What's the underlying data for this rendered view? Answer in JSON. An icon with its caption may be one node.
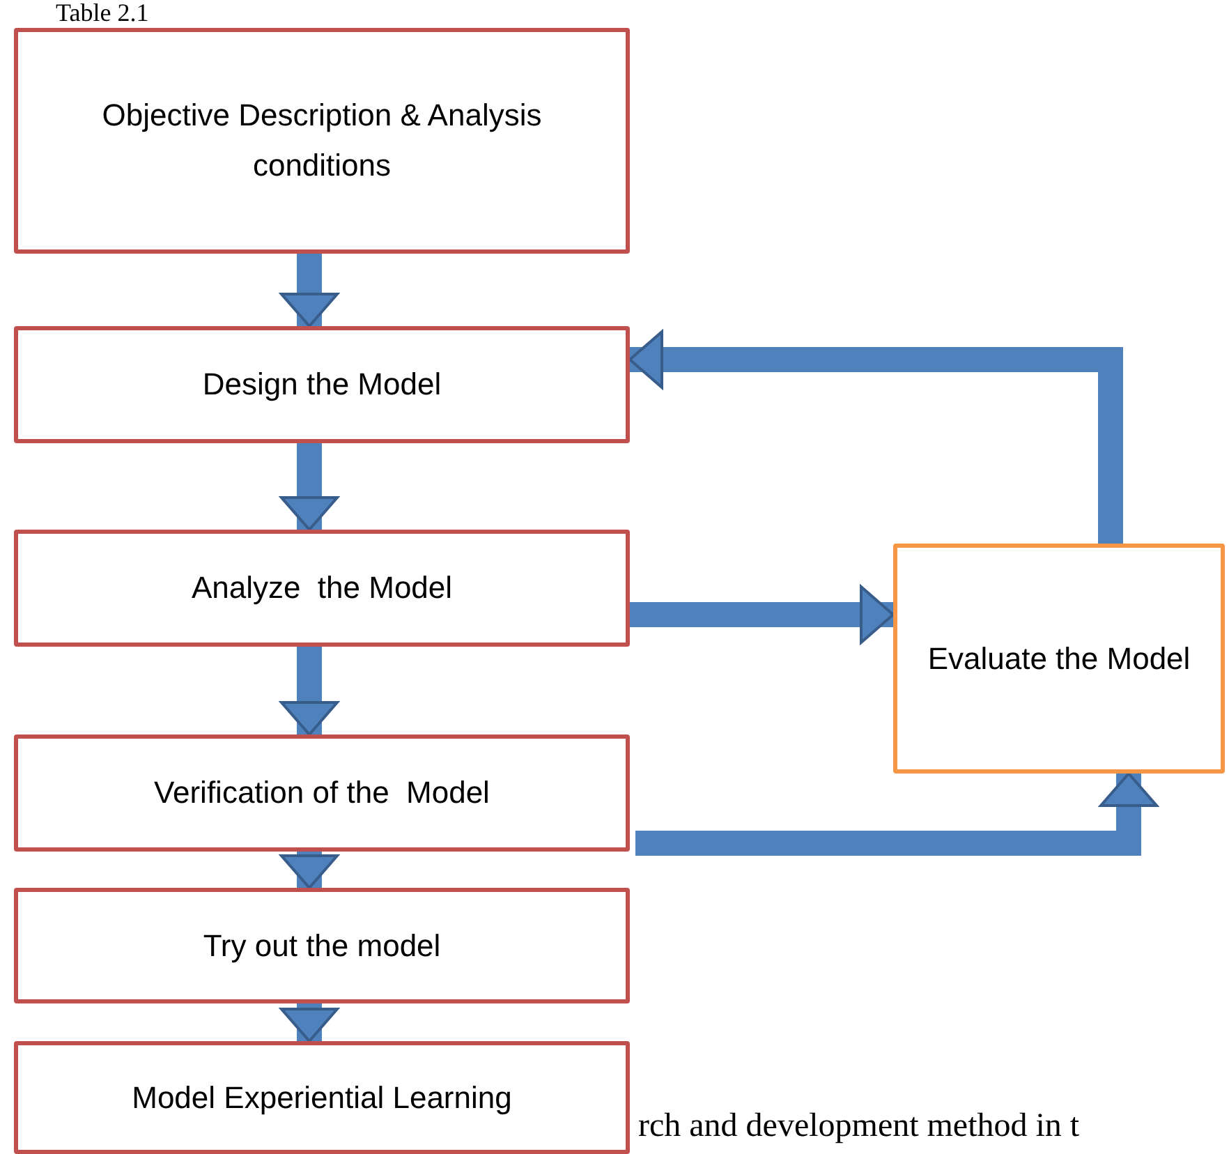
{
  "diagram": {
    "nodes": [
      {
        "text": [
          "Objective Description & Analysis conditions"
        ]
      },
      {
        "text": [
          "Design the Model"
        ]
      },
      {
        "text": [
          "Analyze  the Model"
        ]
      },
      {
        "text": [
          "Verification of the  Model"
        ]
      },
      {
        "text": [
          "Try out the model"
        ]
      },
      {
        "text": [
          "Model Experiential Learning"
        ]
      },
      {
        "text": [
          "Evaluate the Model"
        ]
      }
    ],
    "edges": [
      {
        "from": 0,
        "to": 1,
        "arrow": "to"
      },
      {
        "from": 1,
        "to": 2,
        "arrow": "to"
      },
      {
        "from": 2,
        "to": 3,
        "arrow": "to"
      },
      {
        "from": 3,
        "to": 4,
        "arrow": "to"
      },
      {
        "from": 4,
        "to": 5,
        "arrow": "to"
      },
      {
        "from": 2,
        "to": 6,
        "arrow": "to"
      },
      {
        "from": 6,
        "to": 1,
        "arrow": "to"
      },
      {
        "from": 3,
        "to": 6,
        "arrow": "to"
      }
    ],
    "labels": [
      "Table 2.1",
      "rch and development method in t"
    ]
  }
}
